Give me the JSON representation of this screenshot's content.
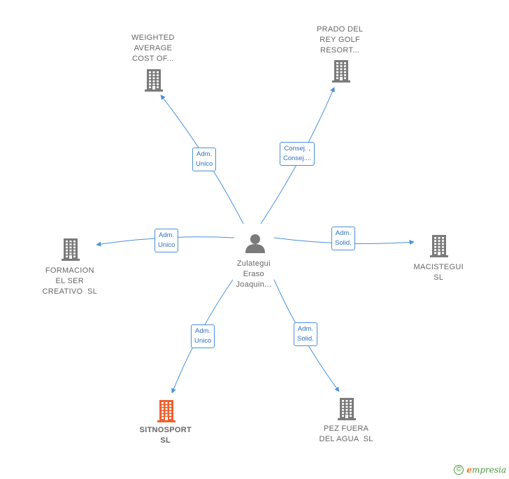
{
  "center": {
    "lines": [
      "Zulategui",
      "Eraso",
      "Joaquin..."
    ],
    "icon": "person-icon"
  },
  "companies": [
    {
      "id": "weighted",
      "lines": [
        "WEIGHTED",
        "AVERAGE",
        "COST OF..."
      ],
      "highlight": false,
      "icon": "building-icon"
    },
    {
      "id": "prado",
      "lines": [
        "PRADO DEL",
        "REY GOLF",
        "RESORT..."
      ],
      "highlight": false,
      "icon": "building-icon"
    },
    {
      "id": "formacion",
      "lines": [
        "FORMACION",
        "EL SER",
        "CREATIVO  SL"
      ],
      "highlight": false,
      "icon": "building-icon"
    },
    {
      "id": "macistegui",
      "lines": [
        "MACISTEGUI",
        "SL"
      ],
      "highlight": false,
      "icon": "building-icon"
    },
    {
      "id": "sitnosport",
      "lines": [
        "SITNOSPORT",
        "SL"
      ],
      "highlight": true,
      "icon": "building-icon"
    },
    {
      "id": "pez",
      "lines": [
        "PEZ FUERA",
        "DEL AGUA  SL"
      ],
      "highlight": false,
      "icon": "building-icon"
    }
  ],
  "relations": [
    {
      "to": "weighted",
      "lines": [
        "Adm.",
        "Unico"
      ]
    },
    {
      "to": "prado",
      "lines": [
        "Consej. ,",
        "Consej...."
      ]
    },
    {
      "to": "formacion",
      "lines": [
        "Adm.",
        "Unico"
      ]
    },
    {
      "to": "macistegui",
      "lines": [
        "Adm.",
        "Solid."
      ]
    },
    {
      "to": "sitnosport",
      "lines": [
        "Adm.",
        "Unico"
      ]
    },
    {
      "to": "pez",
      "lines": [
        "Adm.",
        "Solid."
      ]
    }
  ],
  "colors": {
    "edge": "#4a90d9",
    "building": "#7a7a7a",
    "building_highlight": "#f2602e",
    "person": "#7a7a7a"
  },
  "copyright": {
    "symbol": "©",
    "brand_initial": "e",
    "brand_rest": "mpresia"
  }
}
